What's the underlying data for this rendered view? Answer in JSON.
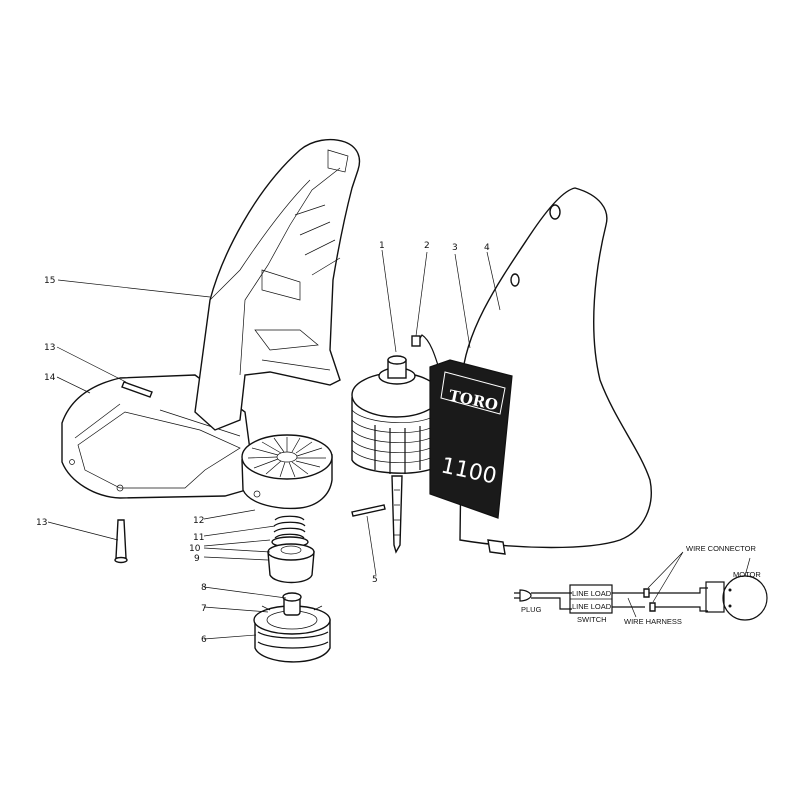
{
  "labels": {
    "brand": "TORO",
    "model": "1100",
    "callouts": [
      "1",
      "2",
      "3",
      "4",
      "5",
      "6",
      "7",
      "8",
      "9",
      "10",
      "11",
      "12",
      "13",
      "13",
      "14",
      "15"
    ]
  },
  "wiring": {
    "wire_connector": "WIRE CONNECTOR",
    "motor": "MOTOR",
    "plug": "PLUG",
    "switch_line_top": "LINE LOAD",
    "switch_line_bottom": "LINE LOAD",
    "switch": "SWITCH",
    "wire_harness": "WIRE HARNESS"
  }
}
